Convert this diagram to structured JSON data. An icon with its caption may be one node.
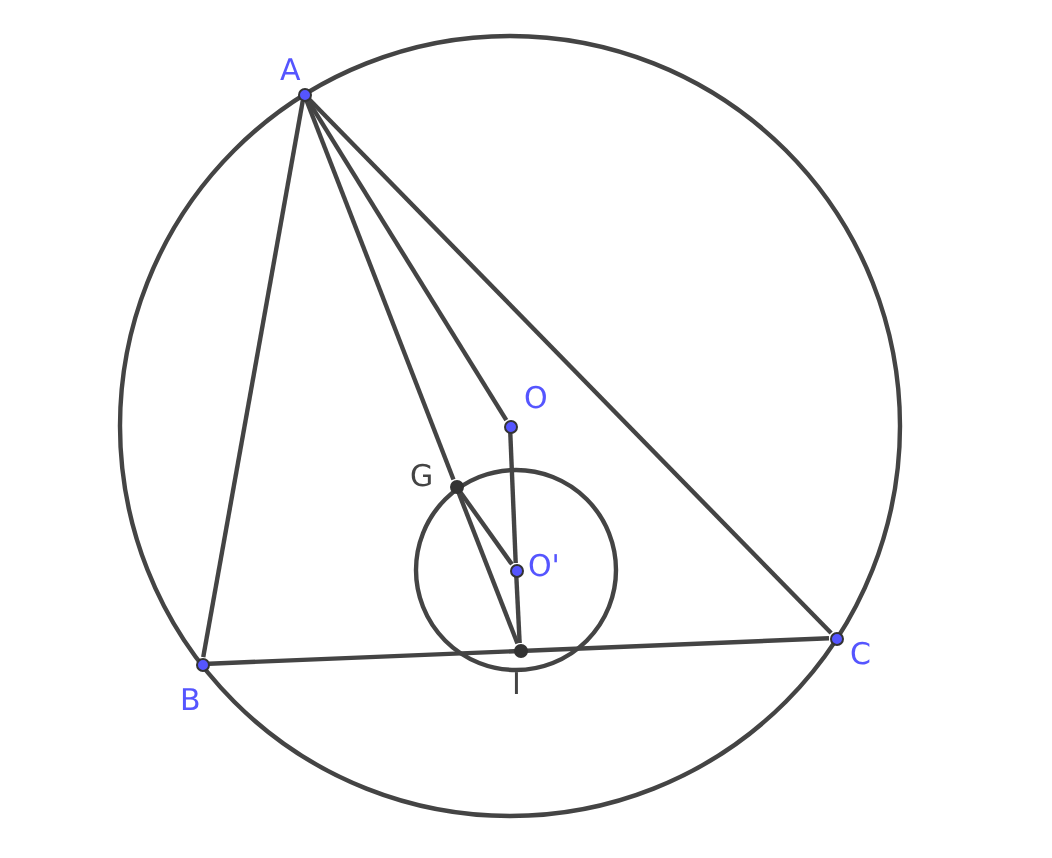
{
  "diagram": {
    "nodes": [
      {
        "text": [],
        "shape": "circle",
        "beside": [
          "A"
        ]
      },
      {
        "text": [],
        "shape": "circle",
        "beside": [
          "B"
        ]
      },
      {
        "text": [],
        "shape": "circle",
        "beside": [
          "C"
        ]
      },
      {
        "text": [],
        "shape": "circle",
        "beside": [
          "O"
        ]
      },
      {
        "text": [],
        "shape": "circle",
        "beside": [
          "G"
        ]
      },
      {
        "text": [],
        "shape": "circle",
        "beside": [
          "O'"
        ]
      },
      {
        "text": [],
        "shape": "circle",
        "beside": [
          "I"
        ]
      }
    ],
    "edges": [
      {
        "from": 0,
        "to": 1,
        "arrow": "none"
      },
      {
        "from": 0,
        "to": 2,
        "arrow": "none"
      },
      {
        "from": 1,
        "to": 2,
        "arrow": "none"
      },
      {
        "from": 0,
        "to": 4,
        "arrow": "none"
      },
      {
        "from": 4,
        "to": 6,
        "arrow": "none"
      },
      {
        "from": 0,
        "to": 3,
        "arrow": "none"
      },
      {
        "from": 3,
        "to": 5,
        "arrow": "none"
      },
      {
        "from": 5,
        "to": 6,
        "arrow": "none"
      },
      {
        "from": 4,
        "to": 5,
        "arrow": "none"
      }
    ]
  }
}
